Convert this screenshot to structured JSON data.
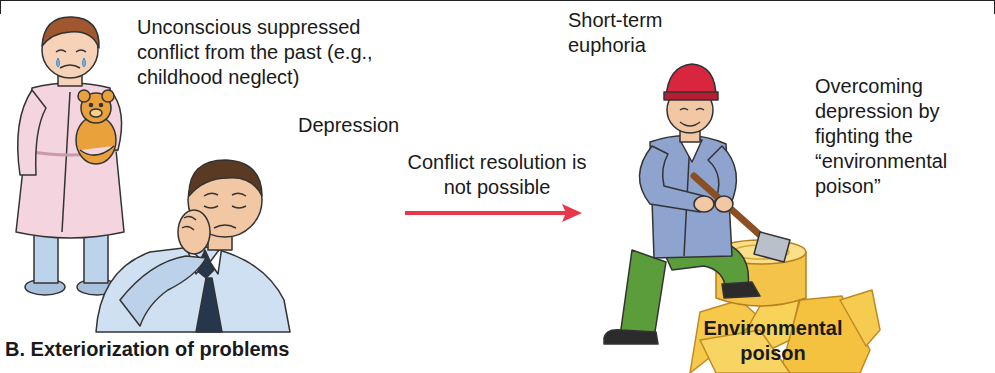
{
  "diagram": {
    "title": "B. Exteriorization of problems",
    "labels": [
      "Unconscious suppressed conflict from the past (e.g., childhood neglect)",
      "Depression",
      "Conflict resolution is not possible",
      "Short-term euphoria",
      "Overcoming depression by fighting the “environmental poison”",
      "Environmental poison"
    ]
  }
}
